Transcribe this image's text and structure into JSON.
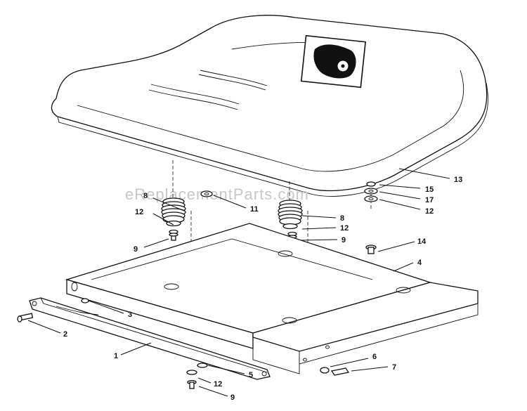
{
  "watermark": "eReplacementParts.com",
  "callouts": [
    {
      "id": "c1",
      "label": "1"
    },
    {
      "id": "c2",
      "label": "2"
    },
    {
      "id": "c3",
      "label": "3"
    },
    {
      "id": "c4",
      "label": "4"
    },
    {
      "id": "c5",
      "label": "5"
    },
    {
      "id": "c6",
      "label": "6"
    },
    {
      "id": "c7",
      "label": "7"
    },
    {
      "id": "c8a",
      "label": "8"
    },
    {
      "id": "c8b",
      "label": "8"
    },
    {
      "id": "c9a",
      "label": "9"
    },
    {
      "id": "c9b",
      "label": "9"
    },
    {
      "id": "c9c",
      "label": "9"
    },
    {
      "id": "c11",
      "label": "11"
    },
    {
      "id": "c12a",
      "label": "12"
    },
    {
      "id": "c12b",
      "label": "12"
    },
    {
      "id": "c12c",
      "label": "12"
    },
    {
      "id": "c12d",
      "label": "12"
    },
    {
      "id": "c13",
      "label": "13"
    },
    {
      "id": "c14",
      "label": "14"
    },
    {
      "id": "c15",
      "label": "15"
    },
    {
      "id": "c17",
      "label": "17"
    }
  ]
}
